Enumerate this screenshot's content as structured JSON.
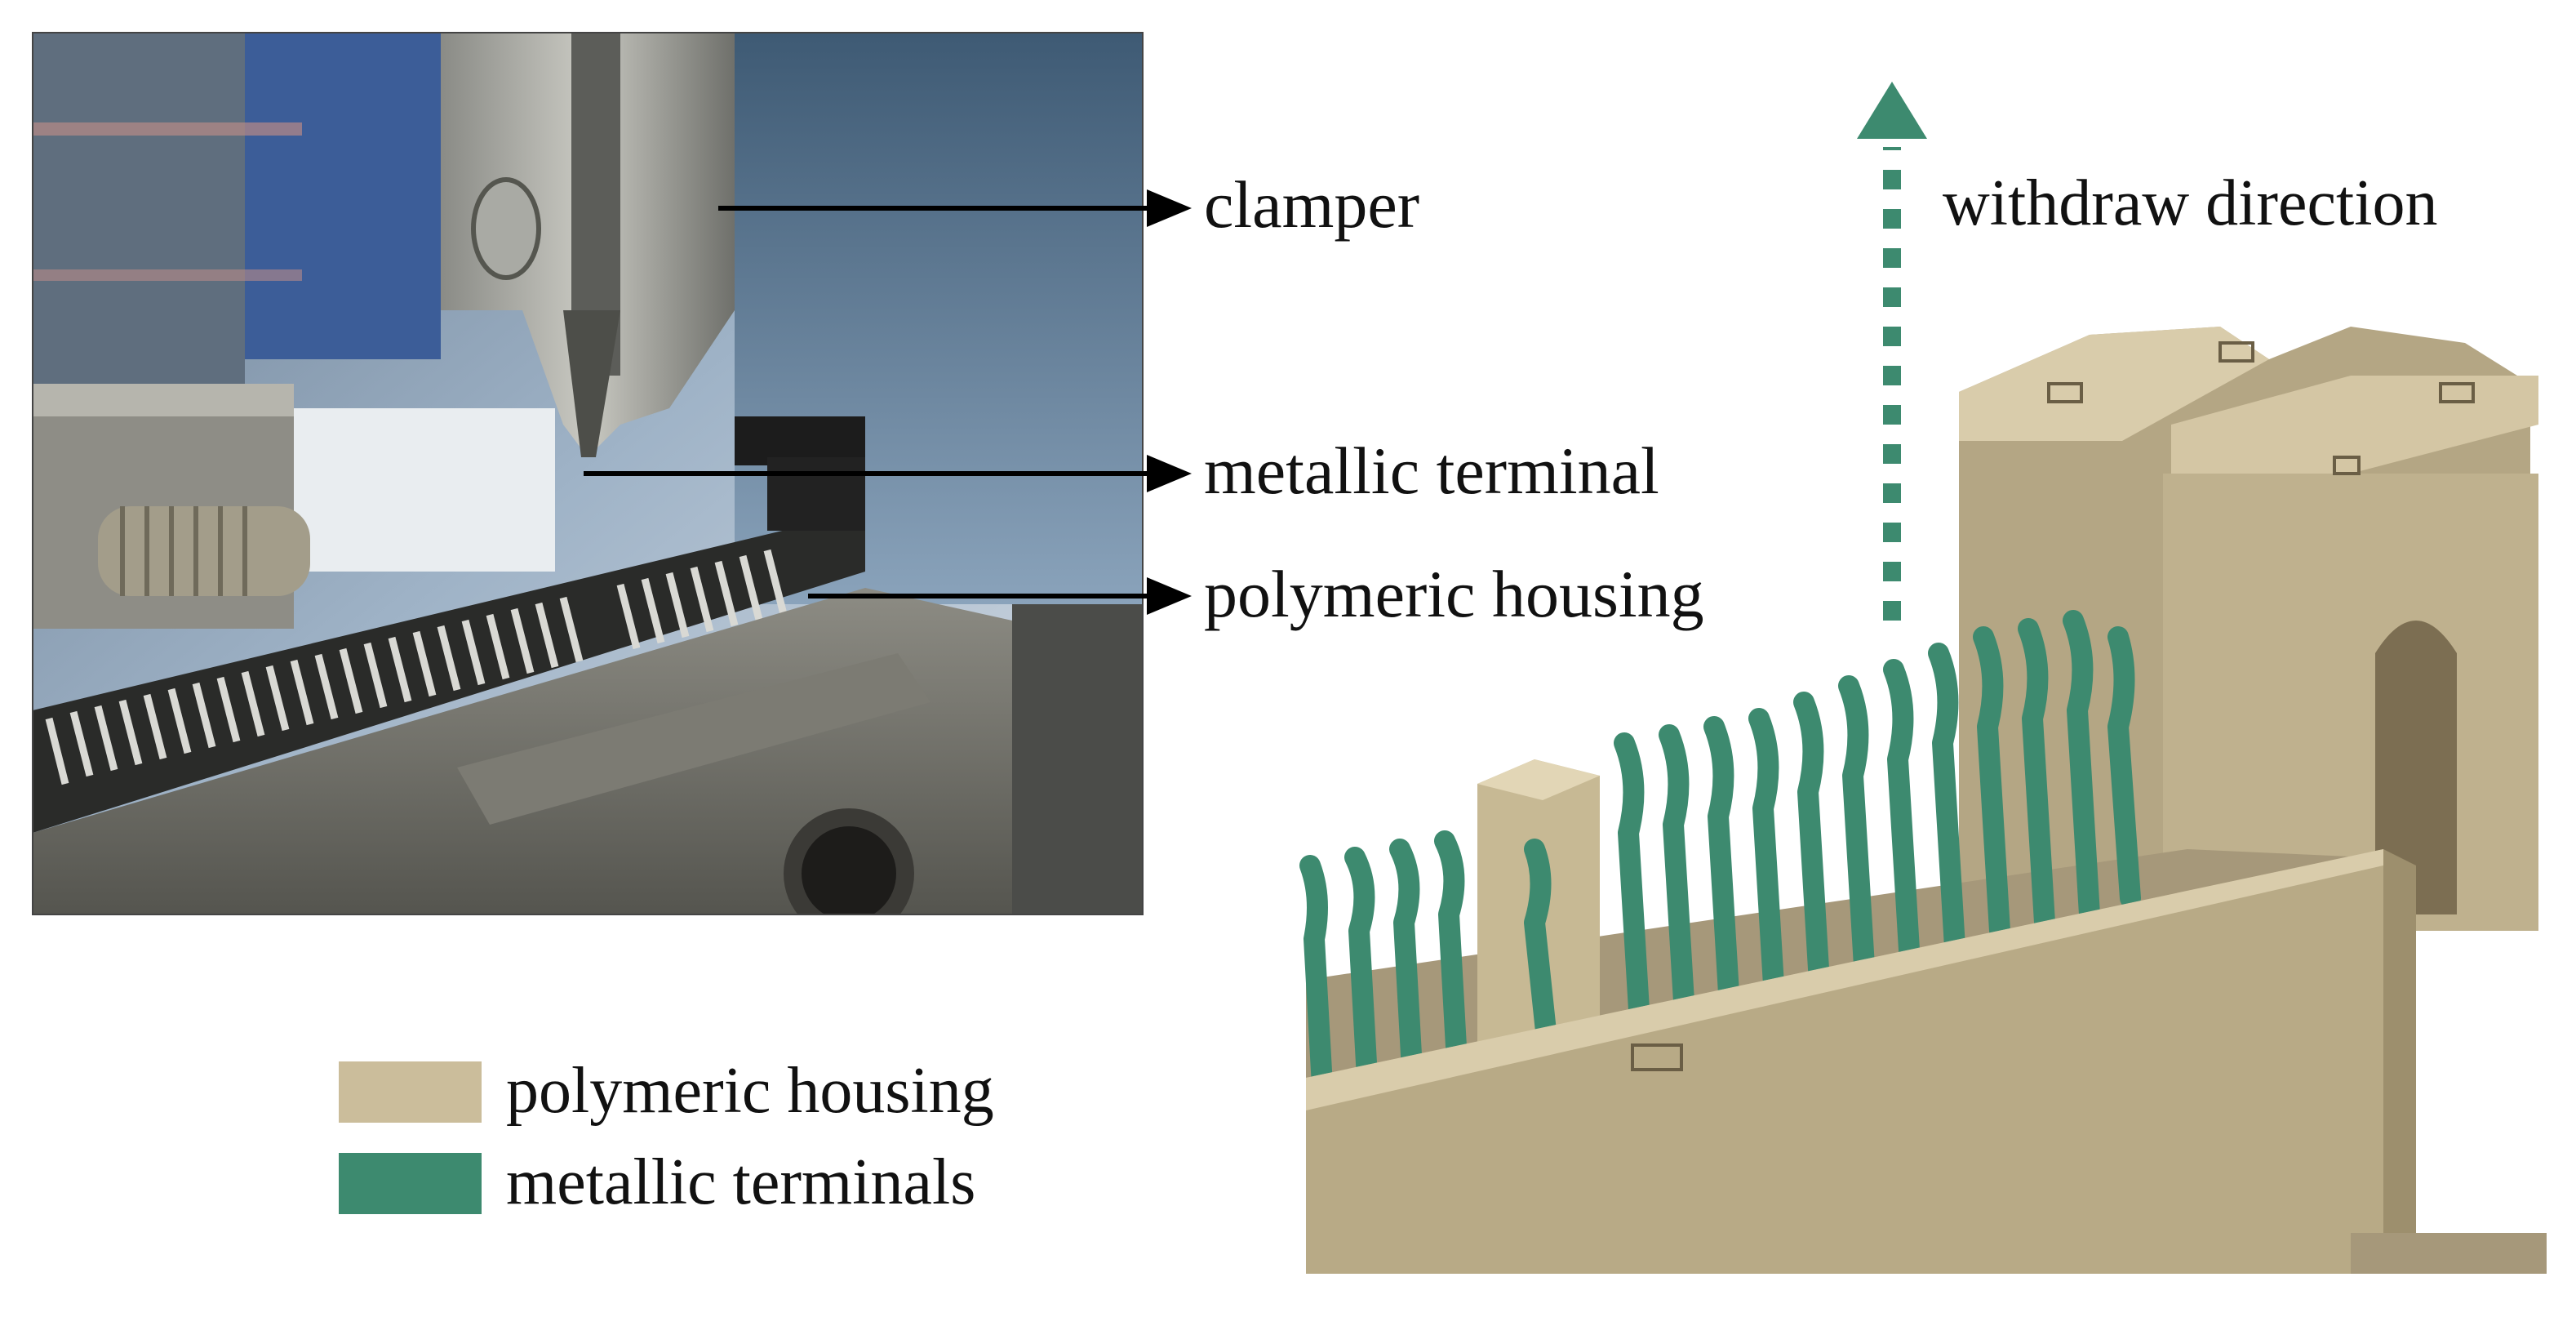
{
  "photo_callouts": {
    "clamper": "clamper",
    "metallic_terminal": "metallic terminal",
    "polymeric_housing": "polymeric housing"
  },
  "model_annotation": {
    "withdraw_direction": "withdraw direction"
  },
  "legend": {
    "items": [
      {
        "label": "polymeric housing",
        "color": "#cbbd9b"
      },
      {
        "label": "metallic terminals",
        "color": "#3d8a6f"
      }
    ]
  },
  "colors": {
    "housing": "#cbbd9b",
    "housing_shadow": "#a99a78",
    "terminal": "#3d8a6f",
    "terminal_dark": "#2b6b55",
    "arrow": "#3d8a6f"
  }
}
